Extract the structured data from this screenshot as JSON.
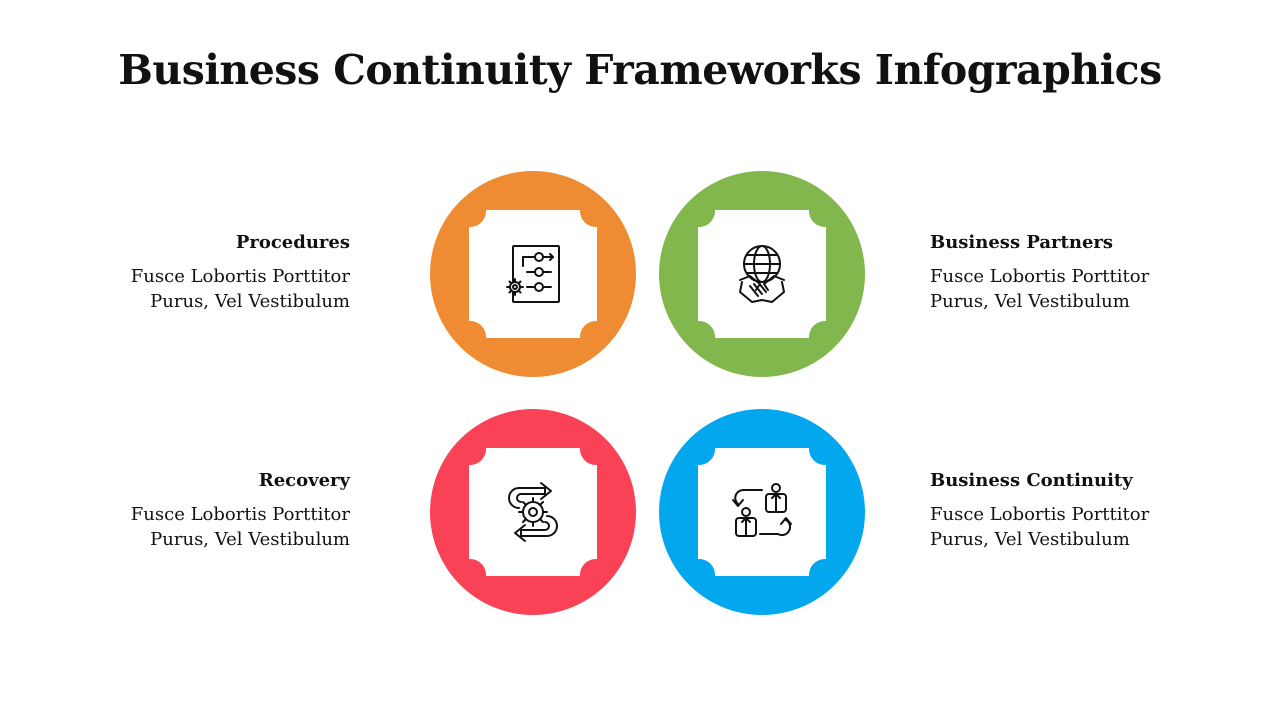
{
  "title": "Business Continuity Frameworks Infographics",
  "colors": {
    "orange": "#EE8B33",
    "green": "#82B74D",
    "red": "#F94256",
    "blue": "#03A7EE"
  },
  "items": [
    {
      "heading": "Procedures",
      "line1": "Fusce Lobortis Porttitor",
      "line2": "Purus, Vel Vestibulum",
      "icon": "procedure-flowchart-icon",
      "color": "#EE8B33"
    },
    {
      "heading": "Business Partners",
      "line1": "Fusce Lobortis Porttitor",
      "line2": "Purus, Vel Vestibulum",
      "icon": "globe-handshake-icon",
      "color": "#82B74D"
    },
    {
      "heading": "Recovery",
      "line1": "Fusce Lobortis Porttitor",
      "line2": "Purus, Vel Vestibulum",
      "icon": "gear-cycle-arrows-icon",
      "color": "#F94256"
    },
    {
      "heading": "Business Continuity",
      "line1": "Fusce Lobortis Porttitor",
      "line2": "Purus, Vel Vestibulum",
      "icon": "people-exchange-icon",
      "color": "#03A7EE"
    }
  ]
}
